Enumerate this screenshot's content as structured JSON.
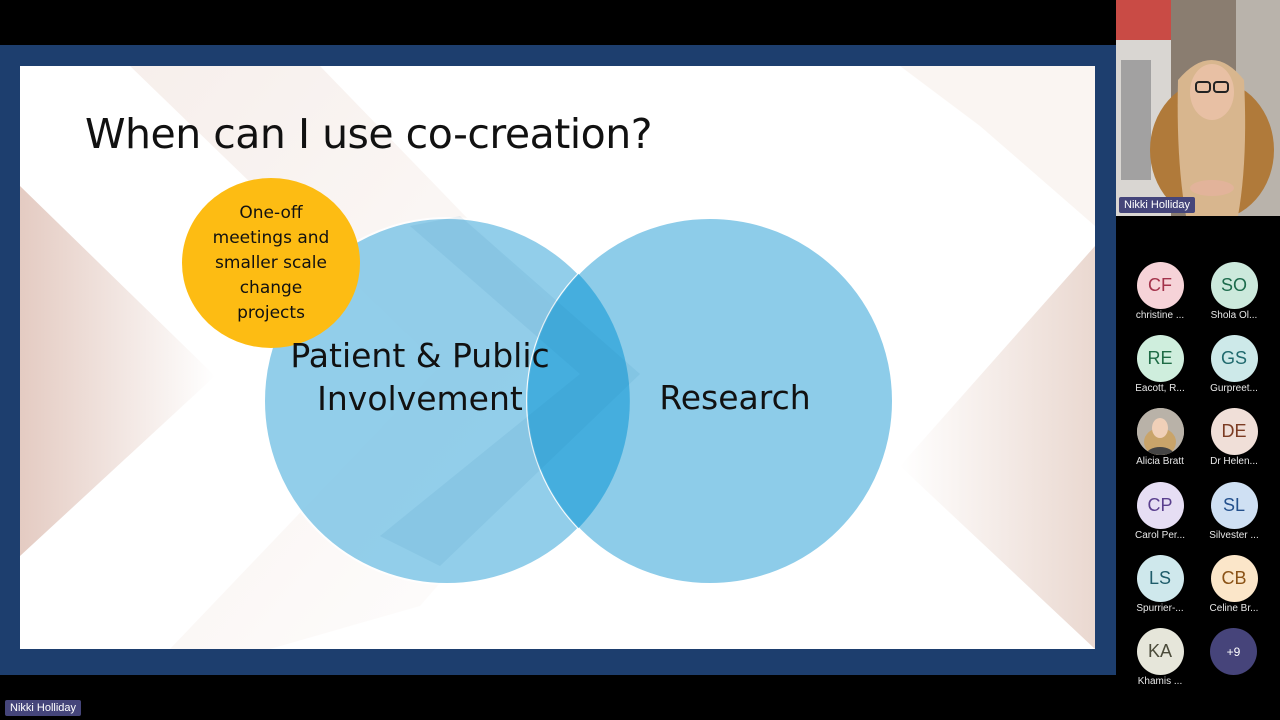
{
  "slide": {
    "title": "When can I use co-creation?",
    "callout": "One-off meetings and smaller scale change projects",
    "venn_left": "Patient & Public Involvement",
    "venn_right": "Research"
  },
  "presenter": {
    "name": "Nikki Holliday"
  },
  "participants": [
    {
      "initials": "CF",
      "name": "christine ...",
      "bg": "#f6d3d8",
      "fg": "#a3334b"
    },
    {
      "initials": "SO",
      "name": "Shola Ol...",
      "bg": "#cce9dc",
      "fg": "#1d6b4c"
    },
    {
      "initials": "RE",
      "name": "Eacott, R...",
      "bg": "#cfeedd",
      "fg": "#1e6b45"
    },
    {
      "initials": "GS",
      "name": "Gurpreet...",
      "bg": "#cde9e9",
      "fg": "#206a6e"
    },
    {
      "initials": "",
      "name": "Alicia Bratt",
      "bg": "#b9b2a8",
      "fg": "#333",
      "photo": true
    },
    {
      "initials": "DE",
      "name": "Dr Helen...",
      "bg": "#f0dfd8",
      "fg": "#7b3b22"
    },
    {
      "initials": "CP",
      "name": "Carol Per...",
      "bg": "#e6def4",
      "fg": "#5a3f8e"
    },
    {
      "initials": "SL",
      "name": "Silvester ...",
      "bg": "#cfe0f3",
      "fg": "#23508c"
    },
    {
      "initials": "LS",
      "name": "Spurrier-...",
      "bg": "#cfe8ec",
      "fg": "#1f5c6a"
    },
    {
      "initials": "CB",
      "name": "Celine Br...",
      "bg": "#fbe6c9",
      "fg": "#8a5215"
    },
    {
      "initials": "KA",
      "name": "Khamis ...",
      "bg": "#e6e6da",
      "fg": "#4b4b3a"
    }
  ],
  "overflow_count": "+9",
  "colors": {
    "frame": "#1d3e6e",
    "callout": "#fdbc13",
    "venn_fill": "#84c8e8",
    "name_label": "#45457a"
  }
}
